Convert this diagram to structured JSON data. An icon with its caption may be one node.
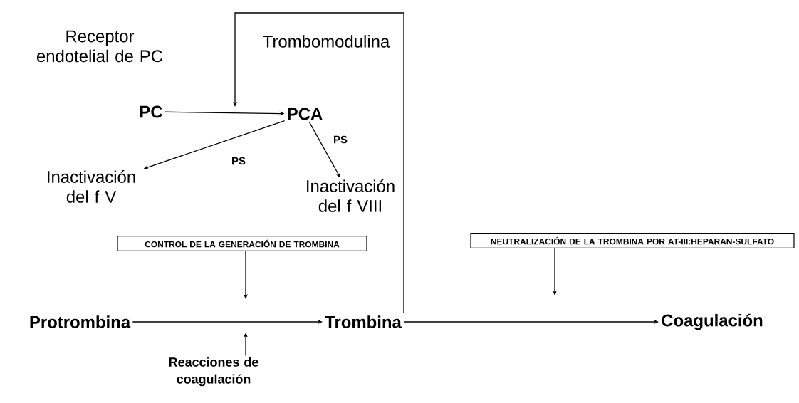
{
  "diagram": {
    "nodes": [
      {
        "text": [
          "PC"
        ]
      },
      {
        "text": [
          "PCA"
        ]
      },
      {
        "text": [
          "Inactivación del f V"
        ]
      },
      {
        "text": [
          "Inactivación del f VIII"
        ]
      },
      {
        "text": [
          "CONTROL DE LA GENERACIÓN DE TROMBINA"
        ]
      },
      {
        "text": [
          "NEUTRALIZACIÓN DE LA TROMBINA POR AT-III:HEPARAN-SULFATO"
        ]
      },
      {
        "text": [
          "Protrombina"
        ]
      },
      {
        "text": [
          "Trombina"
        ]
      },
      {
        "text": [
          "Coagulación"
        ]
      },
      {
        "text": [
          "Reacciones de coagulación"
        ]
      }
    ],
    "edges": [
      {
        "from": 0,
        "to": 1,
        "arrow": "to"
      },
      {
        "from": 7,
        "to": null,
        "arrow": "to"
      },
      {
        "from": 1,
        "to": 2,
        "arrow": "to",
        "label": "PS"
      },
      {
        "from": 1,
        "to": 3,
        "arrow": "to",
        "label": "PS"
      },
      {
        "from": 6,
        "to": 7,
        "arrow": "to"
      },
      {
        "from": 4,
        "to": null,
        "arrow": "to"
      },
      {
        "from": 9,
        "to": null,
        "arrow": "to"
      },
      {
        "from": 7,
        "to": 8,
        "arrow": "to"
      },
      {
        "from": 5,
        "to": null,
        "arrow": "to"
      }
    ],
    "labels": [
      "Receptor endotelial de PC",
      "Trombomodulina"
    ]
  }
}
